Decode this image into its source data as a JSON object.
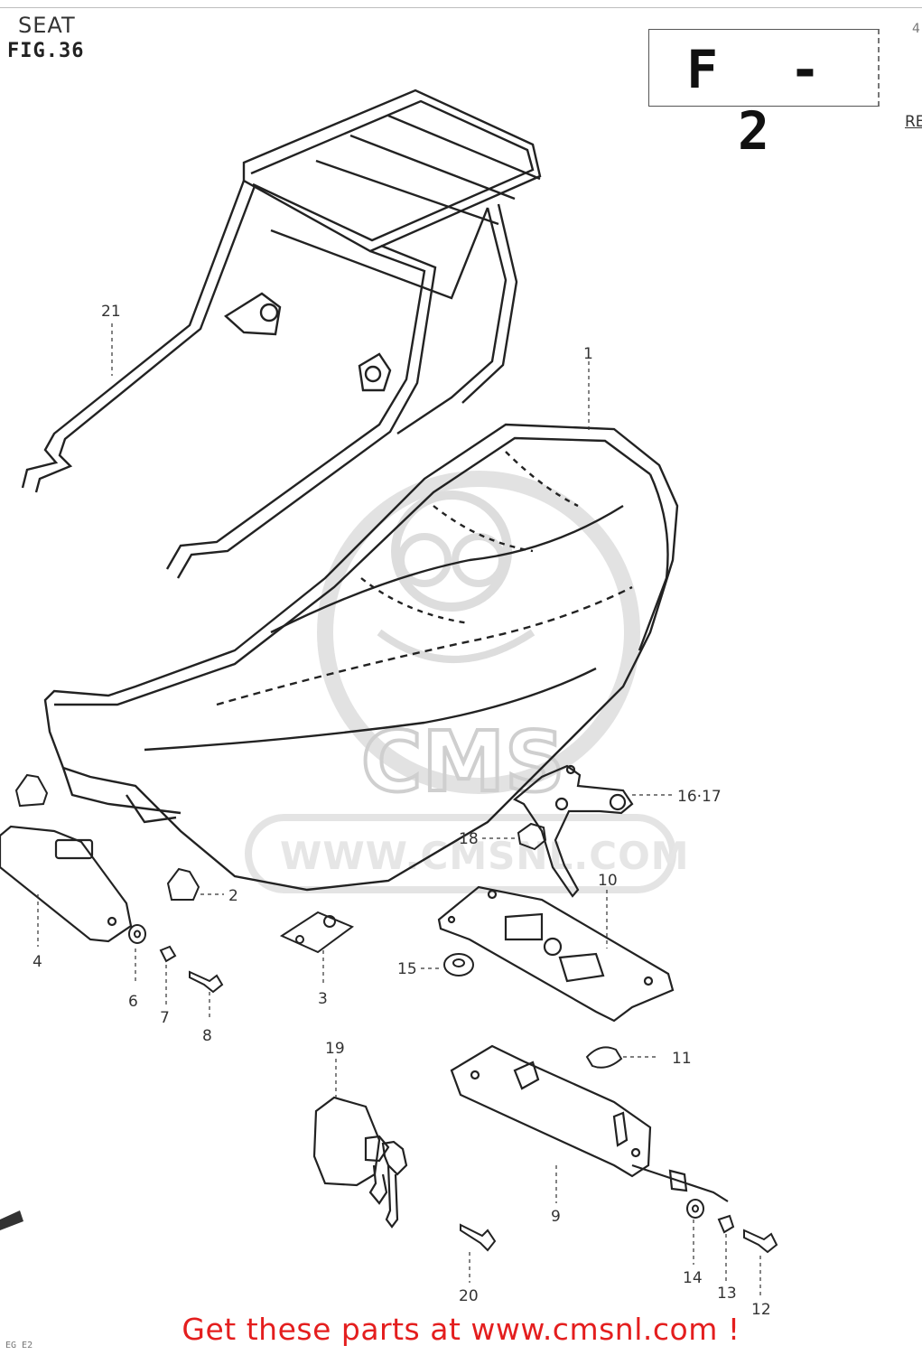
{
  "header": {
    "title": "SEAT",
    "figure": "FIG.36",
    "section_code": "F - 2",
    "edge_right": "RE",
    "edge_corner": "4",
    "edge_bottom_left": "EG E2"
  },
  "watermark": {
    "logo": "CMS",
    "url": "WWW.CMSNL.COM"
  },
  "callouts": [
    "21",
    "1",
    "16·17",
    "18",
    "10",
    "2",
    "4",
    "6",
    "7",
    "8",
    "3",
    "15",
    "19",
    "11",
    "9",
    "14",
    "13",
    "12",
    "20"
  ],
  "footer": {
    "text": "Get these parts at www.cmsnl.com !",
    "color": "#e41e1e"
  }
}
